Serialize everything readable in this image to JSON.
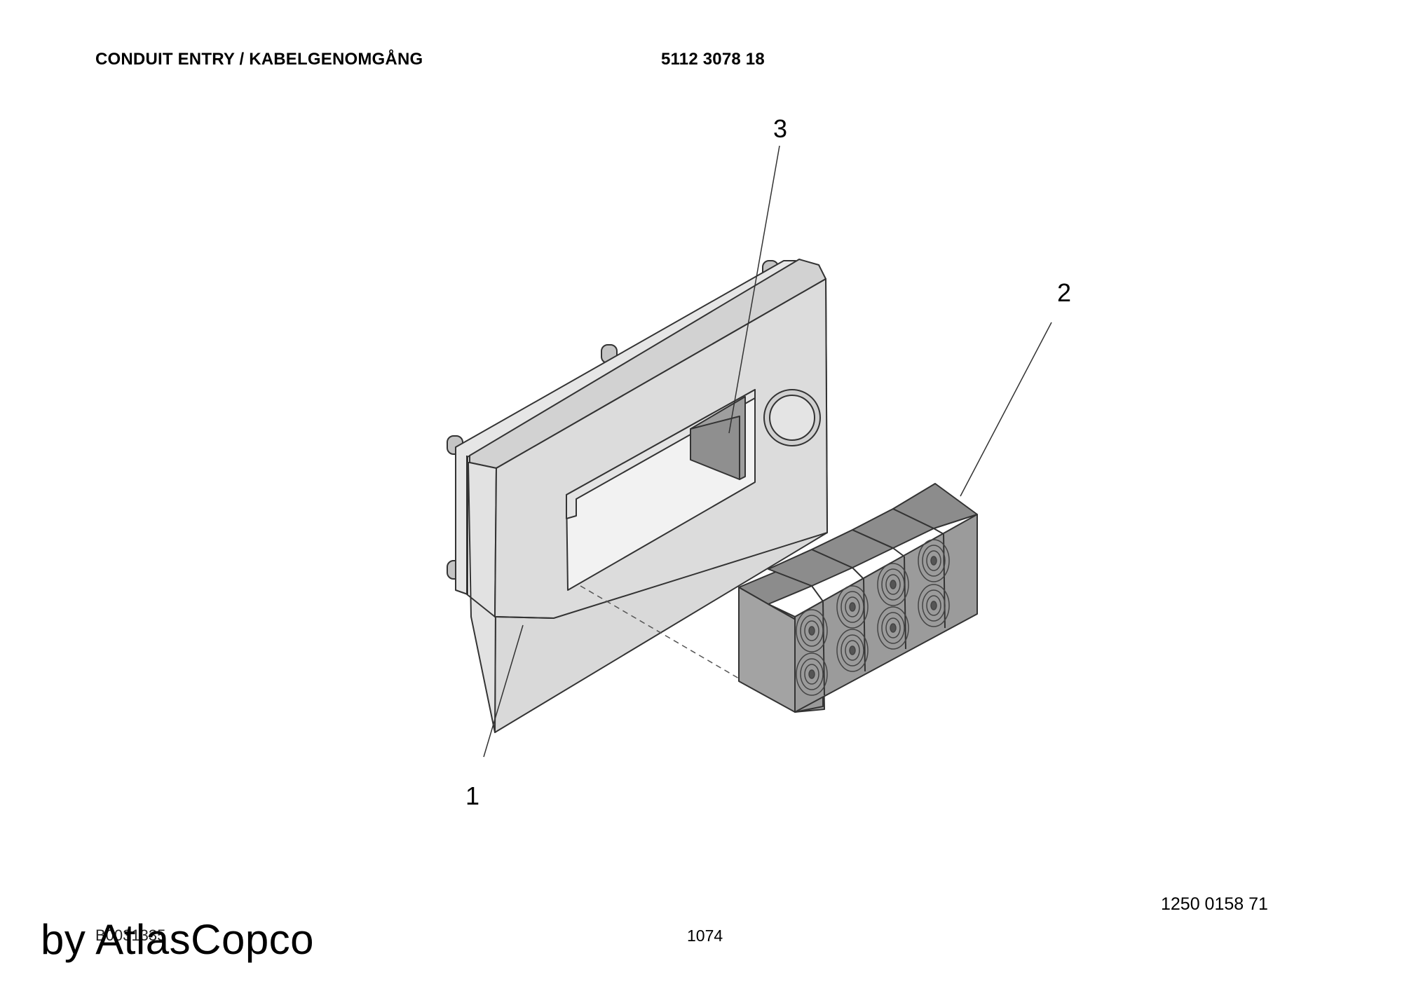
{
  "header": {
    "title": "CONDUIT ENTRY / KABELGENOMGÅNG",
    "part_number": "5112 3078 18"
  },
  "callouts": [
    {
      "label": "1",
      "part": "frame"
    },
    {
      "label": "2",
      "part": "seal-module-block"
    },
    {
      "label": "3",
      "part": "frame-opening"
    }
  ],
  "footer": {
    "document_number": "1250 0158 71",
    "drawing_reference": "B0031335",
    "page_number": "1074",
    "watermark": "by AtlasCopco"
  },
  "colors": {
    "frame_face": "#dcdcdc",
    "frame_top": "#cfcfcf",
    "block_face": "#9e9e9e",
    "block_top": "#8e8e8e",
    "outline": "#333333"
  }
}
